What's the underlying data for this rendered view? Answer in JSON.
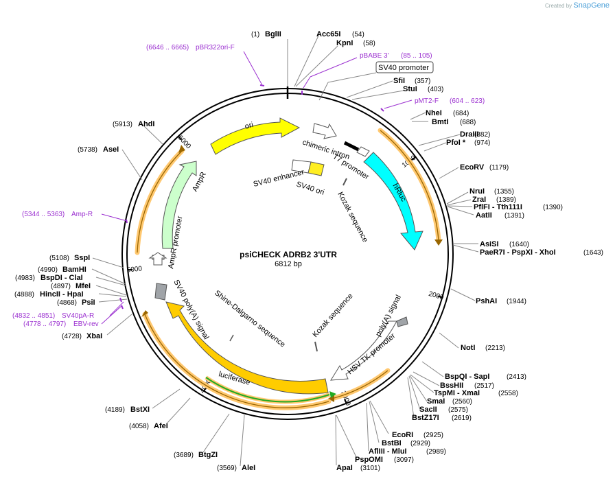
{
  "credit": {
    "prefix": "Created by",
    "brand": "SnapGene"
  },
  "plasmid": {
    "name": "psiCHECK ADRB2 3'UTR",
    "length_label": "6812 bp"
  },
  "colors": {
    "primer": "#9b30d0",
    "ori": "#ffff00",
    "rluc": "#00ffff",
    "luc": "#ffcc00",
    "ampr": "#ccffcc",
    "orf_track": "#ffc870",
    "orf_line": "#996600"
  },
  "ticks": [
    {
      "label": "1000",
      "bp": 1000
    },
    {
      "label": "2000",
      "bp": 2000
    },
    {
      "label": "3000",
      "bp": 3000
    },
    {
      "label": "4000",
      "bp": 4000
    },
    {
      "label": "5000",
      "bp": 5000
    },
    {
      "label": "6000",
      "bp": 6000
    }
  ],
  "sites": [
    {
      "name": "BglII",
      "pos": "(1)"
    },
    {
      "name": "Acc65I",
      "pos": "(54)"
    },
    {
      "name": "KpnI",
      "pos": "(58)"
    },
    {
      "name": "SfiI",
      "pos": "(357)"
    },
    {
      "name": "StuI",
      "pos": "(403)"
    },
    {
      "name": "NheI",
      "pos": "(684)"
    },
    {
      "name": "BmtI",
      "pos": "(688)"
    },
    {
      "name": "DraIII",
      "pos": "(882)"
    },
    {
      "name": "PfoI *",
      "pos": "(974)"
    },
    {
      "name": "EcoRV",
      "pos": "(1179)"
    },
    {
      "name": "NruI",
      "pos": "(1355)"
    },
    {
      "name": "ZraI",
      "pos": "(1389)"
    },
    {
      "name": "PflFI  - Tth111I",
      "pos": "(1390)"
    },
    {
      "name": "AatII",
      "pos": "(1391)"
    },
    {
      "name": "AsiSI",
      "pos": "(1640)"
    },
    {
      "name": "PaeR7I  - PspXI  - XhoI",
      "pos": "(1643)"
    },
    {
      "name": "PshAI",
      "pos": "(1944)"
    },
    {
      "name": "NotI",
      "pos": "(2213)"
    },
    {
      "name": "BspQI  - SapI",
      "pos": "(2413)"
    },
    {
      "name": "BssHII",
      "pos": "(2517)"
    },
    {
      "name": "TspMI  - XmaI",
      "pos": "(2558)"
    },
    {
      "name": "SmaI",
      "pos": "(2560)"
    },
    {
      "name": "SacII",
      "pos": "(2575)"
    },
    {
      "name": "BstZ17I",
      "pos": "(2619)"
    },
    {
      "name": "EcoRI",
      "pos": "(2925)"
    },
    {
      "name": "BstBI",
      "pos": "(2929)"
    },
    {
      "name": "AflIII  - MluI",
      "pos": "(2989)"
    },
    {
      "name": "PspOMI",
      "pos": "(3097)"
    },
    {
      "name": "ApaI",
      "pos": "(3101)"
    },
    {
      "name": "AleI",
      "pos": "(3569)"
    },
    {
      "name": "BtgZI",
      "pos": "(3689)"
    },
    {
      "name": "AfeI",
      "pos": "(4058)"
    },
    {
      "name": "BstXI",
      "pos": "(4189)"
    },
    {
      "name": "XbaI",
      "pos": "(4728)"
    },
    {
      "name": "PsiI",
      "pos": "(4868)"
    },
    {
      "name": "HincII  - HpaI",
      "pos": "(4888)"
    },
    {
      "name": "MfeI",
      "pos": "(4897)"
    },
    {
      "name": "BspDI  - ClaI",
      "pos": "(4983)"
    },
    {
      "name": "BamHI",
      "pos": "(4990)"
    },
    {
      "name": "SspI",
      "pos": "(5108)"
    },
    {
      "name": "AseI",
      "pos": "(5738)"
    },
    {
      "name": "AhdI",
      "pos": "(5913)"
    }
  ],
  "primers": [
    {
      "name": "pBR322ori-F",
      "range": "(6646 .. 6665)"
    },
    {
      "name": "pBABE 3'",
      "range": "(85 .. 105)"
    },
    {
      "name": "pMT2-F",
      "range": "(604 .. 623)"
    },
    {
      "name": "Amp-R",
      "range": "(5344 .. 5363)"
    },
    {
      "name": "SV40pA-R",
      "range": "(4832 .. 4851)"
    },
    {
      "name": "EBV-rev",
      "range": "(4778 .. 4797)"
    }
  ],
  "features": {
    "sv40_promoter": "SV40 promoter",
    "ori": "ori",
    "chimeric_intron": "chimeric intron",
    "t7_promoter": "T7 promoter",
    "hrluc": "hRluc",
    "sv40_enhancer": "SV40 enhancer",
    "sv40_ori": "SV40 ori",
    "kozak_top": "Kozak sequence",
    "ampr": "AmpR",
    "ampr_promoter": "AmpR promoter",
    "sv40_polya": "SV40 poly(A) signal",
    "shine_dalgarno": "Shine-Dalgarno sequence",
    "kozak_bottom": "Kozak sequence",
    "polya_signal": "poly(A) signal",
    "hsv_tk": "HSV TK promoter",
    "luciferase": "luciferase"
  }
}
